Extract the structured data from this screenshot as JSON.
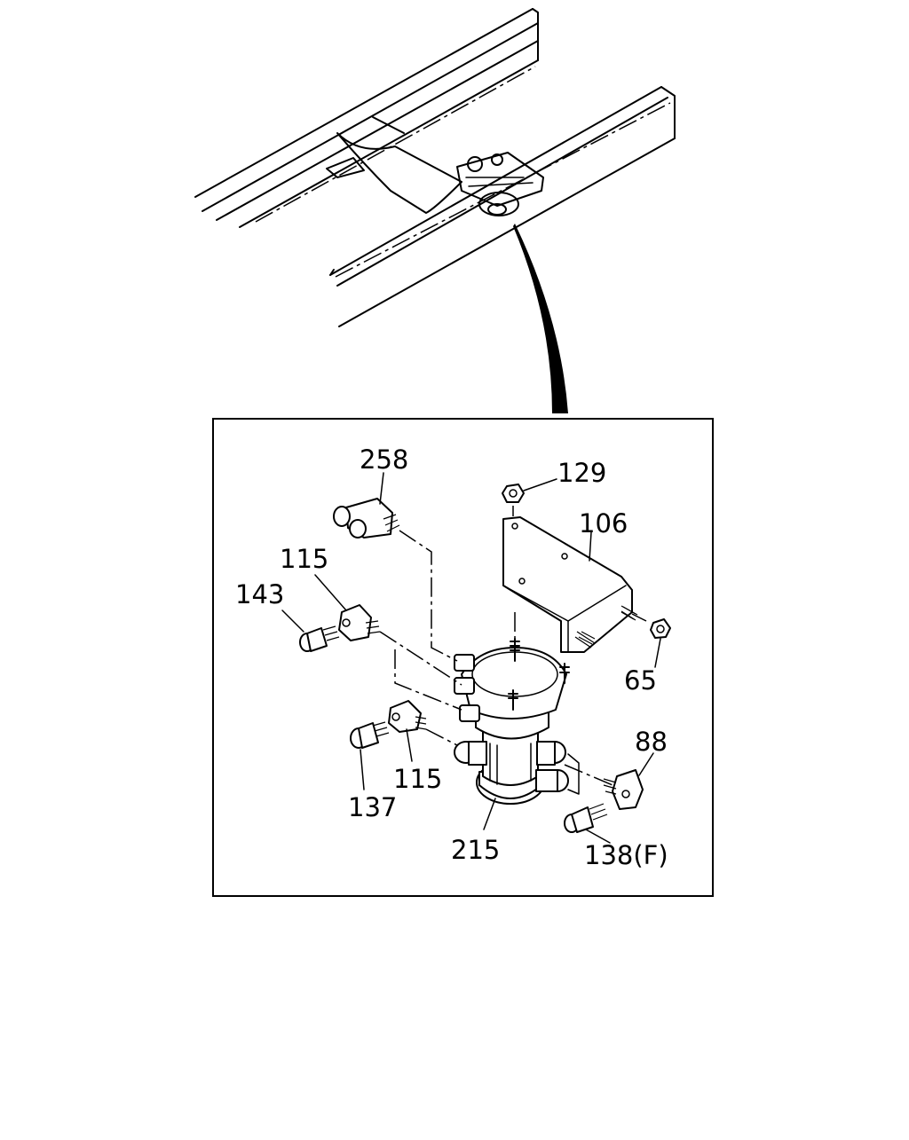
{
  "diagram": {
    "colors": {
      "line": "#000000",
      "background": "#ffffff"
    },
    "callouts": [
      {
        "id": "258",
        "label": "258"
      },
      {
        "id": "129",
        "label": "129"
      },
      {
        "id": "106",
        "label": "106"
      },
      {
        "id": "115a",
        "label": "115"
      },
      {
        "id": "143",
        "label": "143"
      },
      {
        "id": "65",
        "label": "65"
      },
      {
        "id": "88",
        "label": "88"
      },
      {
        "id": "115b",
        "label": "115"
      },
      {
        "id": "137",
        "label": "137"
      },
      {
        "id": "215",
        "label": "215"
      },
      {
        "id": "138",
        "label": "138(F)"
      }
    ]
  }
}
